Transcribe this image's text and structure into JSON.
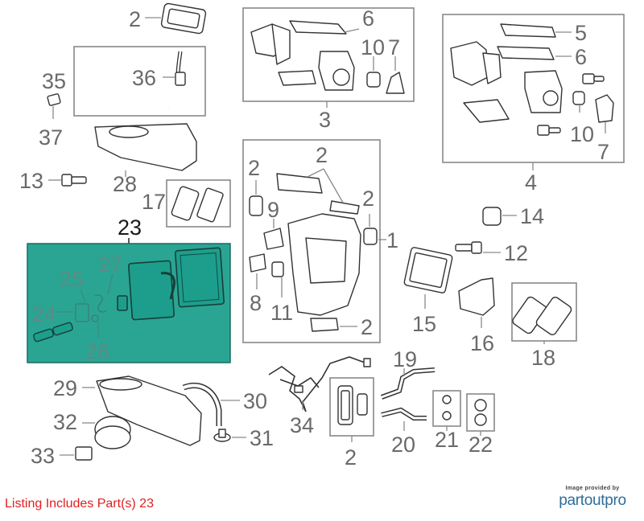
{
  "callouts": {
    "c1": "1",
    "c2a": "2",
    "c2b": "2",
    "c2c": "2",
    "c2d": "2",
    "c2e": "2",
    "c2f": "2",
    "c3": "3",
    "c4": "4",
    "c5": "5",
    "c6a": "6",
    "c6b": "6",
    "c7a": "7",
    "c7b": "7",
    "c8": "8",
    "c9": "9",
    "c10a": "10",
    "c10b": "10",
    "c11": "11",
    "c12": "12",
    "c13": "13",
    "c14": "14",
    "c15": "15",
    "c16": "16",
    "c17": "17",
    "c18": "18",
    "c19": "19",
    "c20": "20",
    "c21": "21",
    "c22": "22",
    "c23": "23",
    "c24": "24",
    "c25": "25",
    "c26": "26",
    "c27": "27",
    "c28": "28",
    "c29": "29",
    "c30": "30",
    "c31": "31",
    "c32": "32",
    "c33": "33",
    "c34": "34",
    "c35": "35",
    "c36": "36",
    "c37": "37"
  },
  "footer": {
    "listing": "Listing Includes Part(s) 23",
    "logo_caption": "Image provided by",
    "logo_brand": "partoutpro"
  },
  "colors": {
    "highlight": "#2aa594",
    "footer_text": "#e02020",
    "logo": "#2c6e98"
  }
}
